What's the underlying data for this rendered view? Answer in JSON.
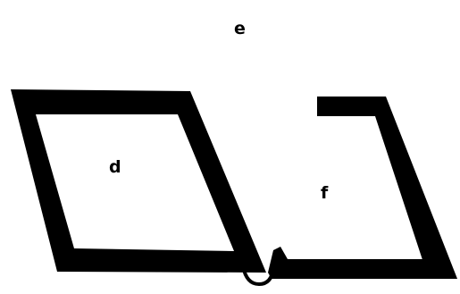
{
  "labels": {
    "e": "e",
    "d": "d",
    "f": "f"
  },
  "colors": {
    "ink": "#000000",
    "background": "#ffffff"
  }
}
